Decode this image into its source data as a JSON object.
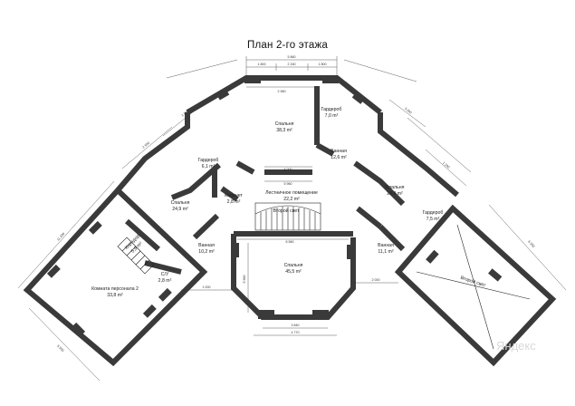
{
  "title": "План 2-го этажа",
  "rooms": {
    "bedroom_top": {
      "name": "Спальня",
      "area": "38,3 m²"
    },
    "wardrobe_top": {
      "name": "Гардероб",
      "area": "7,0 m²"
    },
    "bath_top": {
      "name": "Ванная",
      "area": "12,6 m²"
    },
    "bedroom_right": {
      "name": "Спальня",
      "area": "24,4 m²"
    },
    "wardrobe_right": {
      "name": "Гардероб",
      "area": "7,5 m²"
    },
    "wardrobe_left": {
      "name": "Гардероб",
      "area": "6,1 m²"
    },
    "bedroom_left": {
      "name": "Спальня",
      "area": "24,9 m²"
    },
    "stair_hall": {
      "name": "Лестничное помещение",
      "area": "22,2 m²"
    },
    "study": {
      "name": "Кабинет",
      "area": "2,8 m²"
    },
    "atrium_label": "Второй свет",
    "bath_left": {
      "name": "Ванная",
      "area": "10,2 m²"
    },
    "bath_right": {
      "name": "Ванная",
      "area": "11,1 m²"
    },
    "bedroom_center": {
      "name": "Спальня",
      "area": "45,5 m²"
    },
    "wc": {
      "name": "С/У",
      "area": "2,8 m²"
    },
    "staff_room": {
      "name": "Комната персонала 2",
      "area": "33,8 m²"
    },
    "corridor": {
      "name": "Коридор",
      "area": "5,9 m²"
    },
    "second_light": "Второй свет"
  },
  "dims": {
    "top_total": "5 860",
    "top_a": "1 800",
    "top_b": "2 150",
    "top_c": "1 800",
    "top_inner": "2 960",
    "center_w": "6 560",
    "center_w2": "5 960",
    "center_bottom": "4 770",
    "center_bottom_inner": "3 840",
    "center_height": "5 960",
    "left_total": "11 200",
    "left_side": "5 350",
    "right_side": "6 350",
    "hall_w": "4 000",
    "generic_a": "1 000",
    "generic_b": "2 000",
    "generic_c": "1 500",
    "generic_d": "2 500",
    "generic_e": "3 000",
    "generic_f": "1 200"
  },
  "watermark": "Яндекс"
}
